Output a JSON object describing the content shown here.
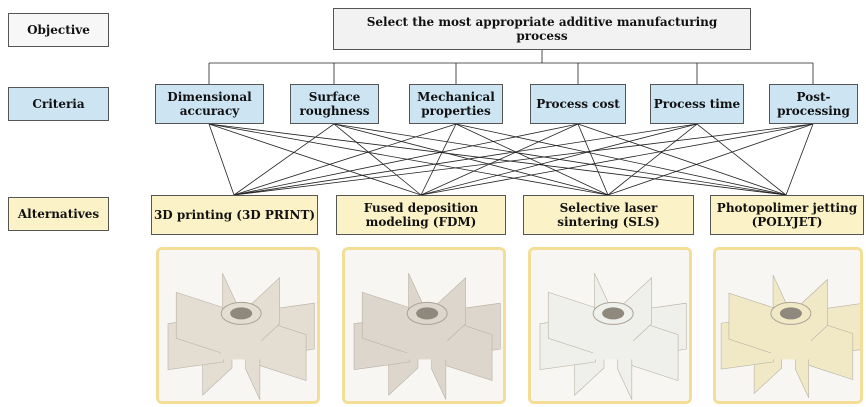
{
  "levels": {
    "objective": "Objective",
    "criteria": "Criteria",
    "alternatives": "Alternatives"
  },
  "objective": "Select the most appropriate additive manufacturing process",
  "criteria": [
    "Dimensional accuracy",
    "Surface roughness",
    "Mechanical properties",
    "Process cost",
    "Process time",
    "Post-processing"
  ],
  "alternatives": [
    "3D printing (3D PRINT)",
    "Fused deposition modeling (FDM)",
    "Selective laser sintering (SLS)",
    "Photopolimer jetting (POLYJET)"
  ],
  "photos": [
    {
      "depicts": "impeller-part",
      "tint": "#e4ddd2"
    },
    {
      "depicts": "impeller-part",
      "tint": "#ddd6cc"
    },
    {
      "depicts": "impeller-part",
      "tint": "#efefeb"
    },
    {
      "depicts": "impeller-part",
      "tint": "#f1e9c6"
    }
  ],
  "colors": {
    "objective_fill": "#f2f2f2",
    "criteria_fill": "#cde4f3",
    "alternatives_fill": "#fbf3c7",
    "photo_frame": "#f4dd96"
  }
}
